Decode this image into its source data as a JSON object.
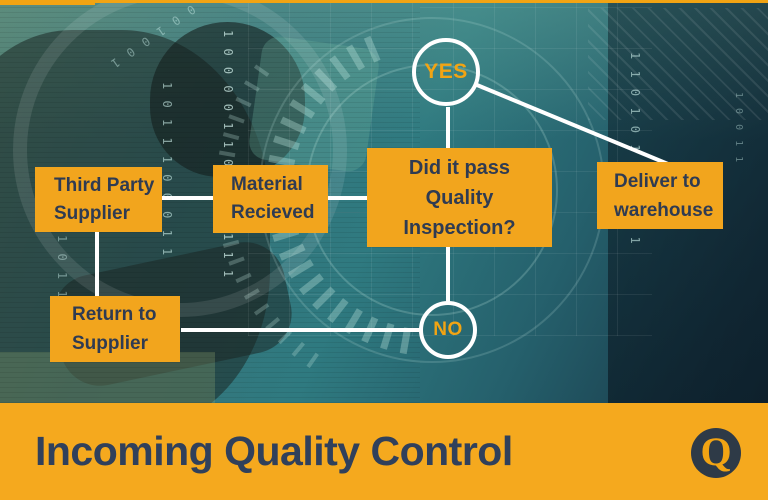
{
  "slide": {
    "title": "Incoming Quality Control",
    "logo_letter": "Q",
    "accent_color": "#F2A413",
    "title_color": "#30405B",
    "line_color": "#FFFFFF"
  },
  "flowchart": {
    "nodes": [
      {
        "id": "third-party-supplier",
        "line1": "Third Party",
        "line2": "Supplier"
      },
      {
        "id": "material-received",
        "line1": "Material",
        "line2": "Recieved"
      },
      {
        "id": "quality-inspection",
        "line1": "Did it pass",
        "line2": "Quality Inspection?"
      },
      {
        "id": "deliver-to-warehouse",
        "line1": "Deliver to",
        "line2": "warehouse"
      },
      {
        "id": "return-to-supplier",
        "line1": "Return to",
        "line2": "Supplier"
      }
    ],
    "decision_yes": "YES",
    "decision_no": "NO"
  },
  "background": {
    "binary_columns": [
      "1 0 1 1 1 0 0 0 1 1",
      "1 0 0 0 0 1 1 0 1 0 1 1 1 1",
      "1 1 0 1 0 1 0 1 1 0 1",
      "1 0 1 1 0 1",
      "1 0 0 1 1",
      "0 0 1 0 0 1"
    ]
  }
}
